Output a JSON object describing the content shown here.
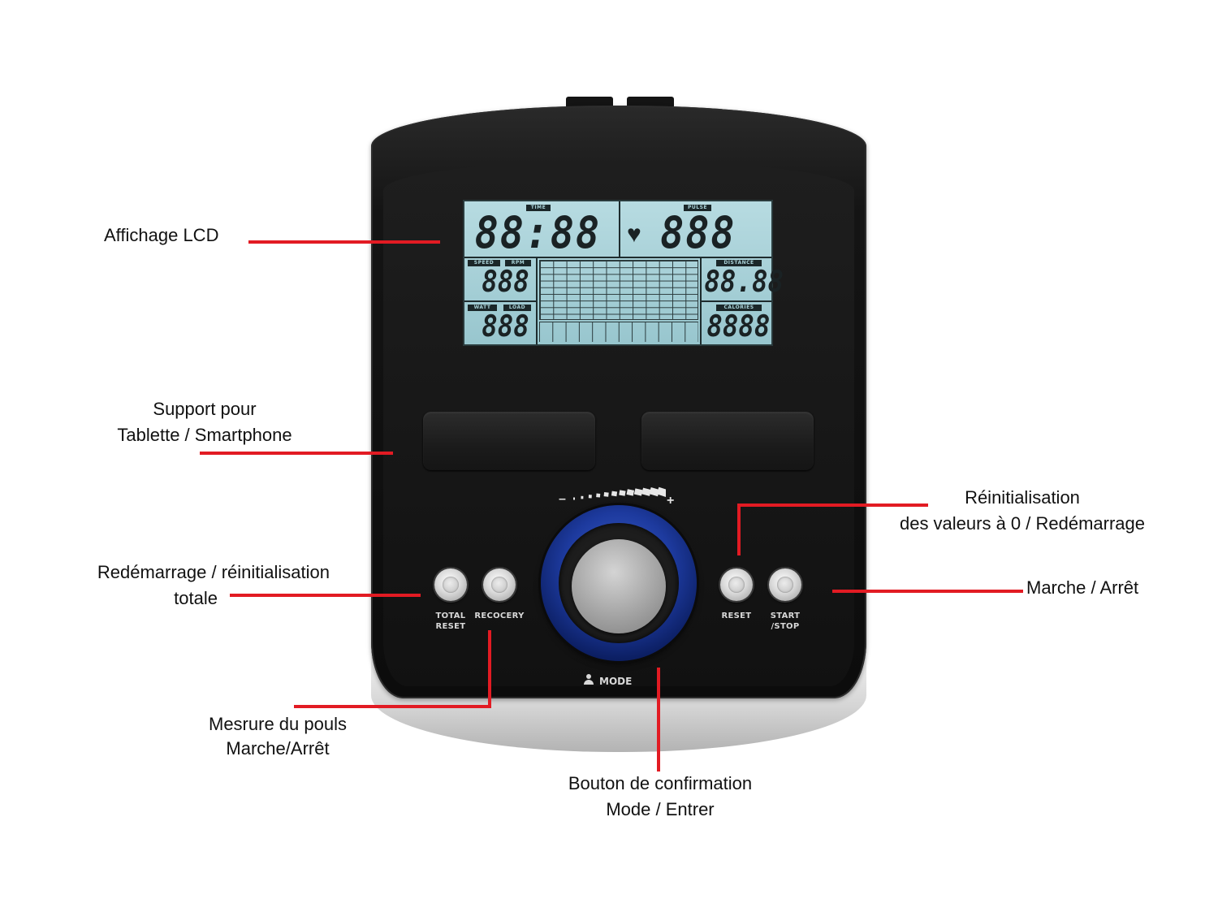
{
  "lcd": {
    "tags": {
      "time": "TIME",
      "pulse": "PULSE",
      "speed": "SPEED",
      "rpm": "RPM",
      "watt": "WATT",
      "load": "LOAD",
      "distance": "DISTANCE",
      "calories": "CALORIES"
    },
    "digits": {
      "time": "88:88",
      "pulse": "888",
      "speed_rpm": "888",
      "watt_load": "888",
      "distance": "88.88",
      "calories": "8888"
    }
  },
  "console": {
    "level_minus": "–",
    "level_plus": "+",
    "level_bars": 12,
    "buttons": {
      "total_reset": "TOTAL\nRESET",
      "recovery": "RECOCERY",
      "reset": "RESET",
      "start_stop": "START\n/STOP",
      "mode": "MODE"
    }
  },
  "annotations": {
    "lcd_display": [
      "Affichage LCD"
    ],
    "tablet_holder": [
      "Support pour",
      "Tablette / Smartphone"
    ],
    "total_reset": [
      "Redémarrage / réinitialisation",
      "totale"
    ],
    "pulse_measure": [
      "Mesrure du pouls",
      "Marche/Arrêt"
    ],
    "confirm_mode": [
      "Bouton de confirmation",
      "Mode / Entrer"
    ],
    "reset_values": [
      "Réinitialisation",
      "des valeurs à 0 / Redémarrage"
    ],
    "start_stop": [
      "Marche / Arrêt"
    ]
  },
  "colors": {
    "leader": "#e21b23",
    "knob_ring": "#1d3a9e",
    "lcd_bg": "#a9d2d8",
    "console_body": "#141414"
  }
}
